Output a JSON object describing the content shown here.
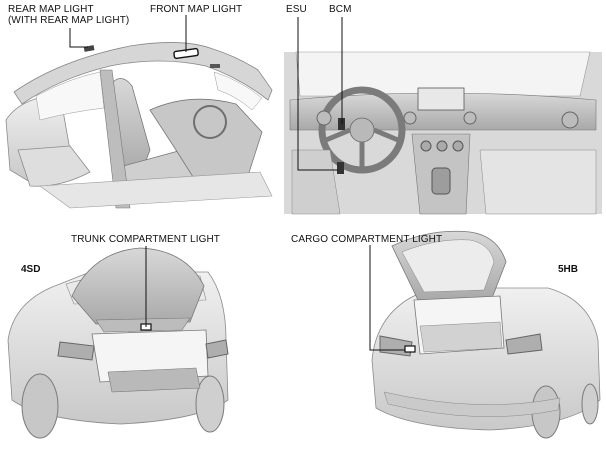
{
  "labels": {
    "rear_map_light": "REAR MAP LIGHT",
    "rear_map_light_sub": "(WITH REAR MAP LIGHT)",
    "front_map_light": "FRONT MAP LIGHT",
    "esu": "ESU",
    "bcm": "BCM",
    "trunk_compartment_light": "TRUNK COMPARTMENT LIGHT",
    "cargo_compartment_light": "CARGO COMPARTMENT LIGHT",
    "sedan_tag": "4SD",
    "hatch_tag": "5HB"
  }
}
